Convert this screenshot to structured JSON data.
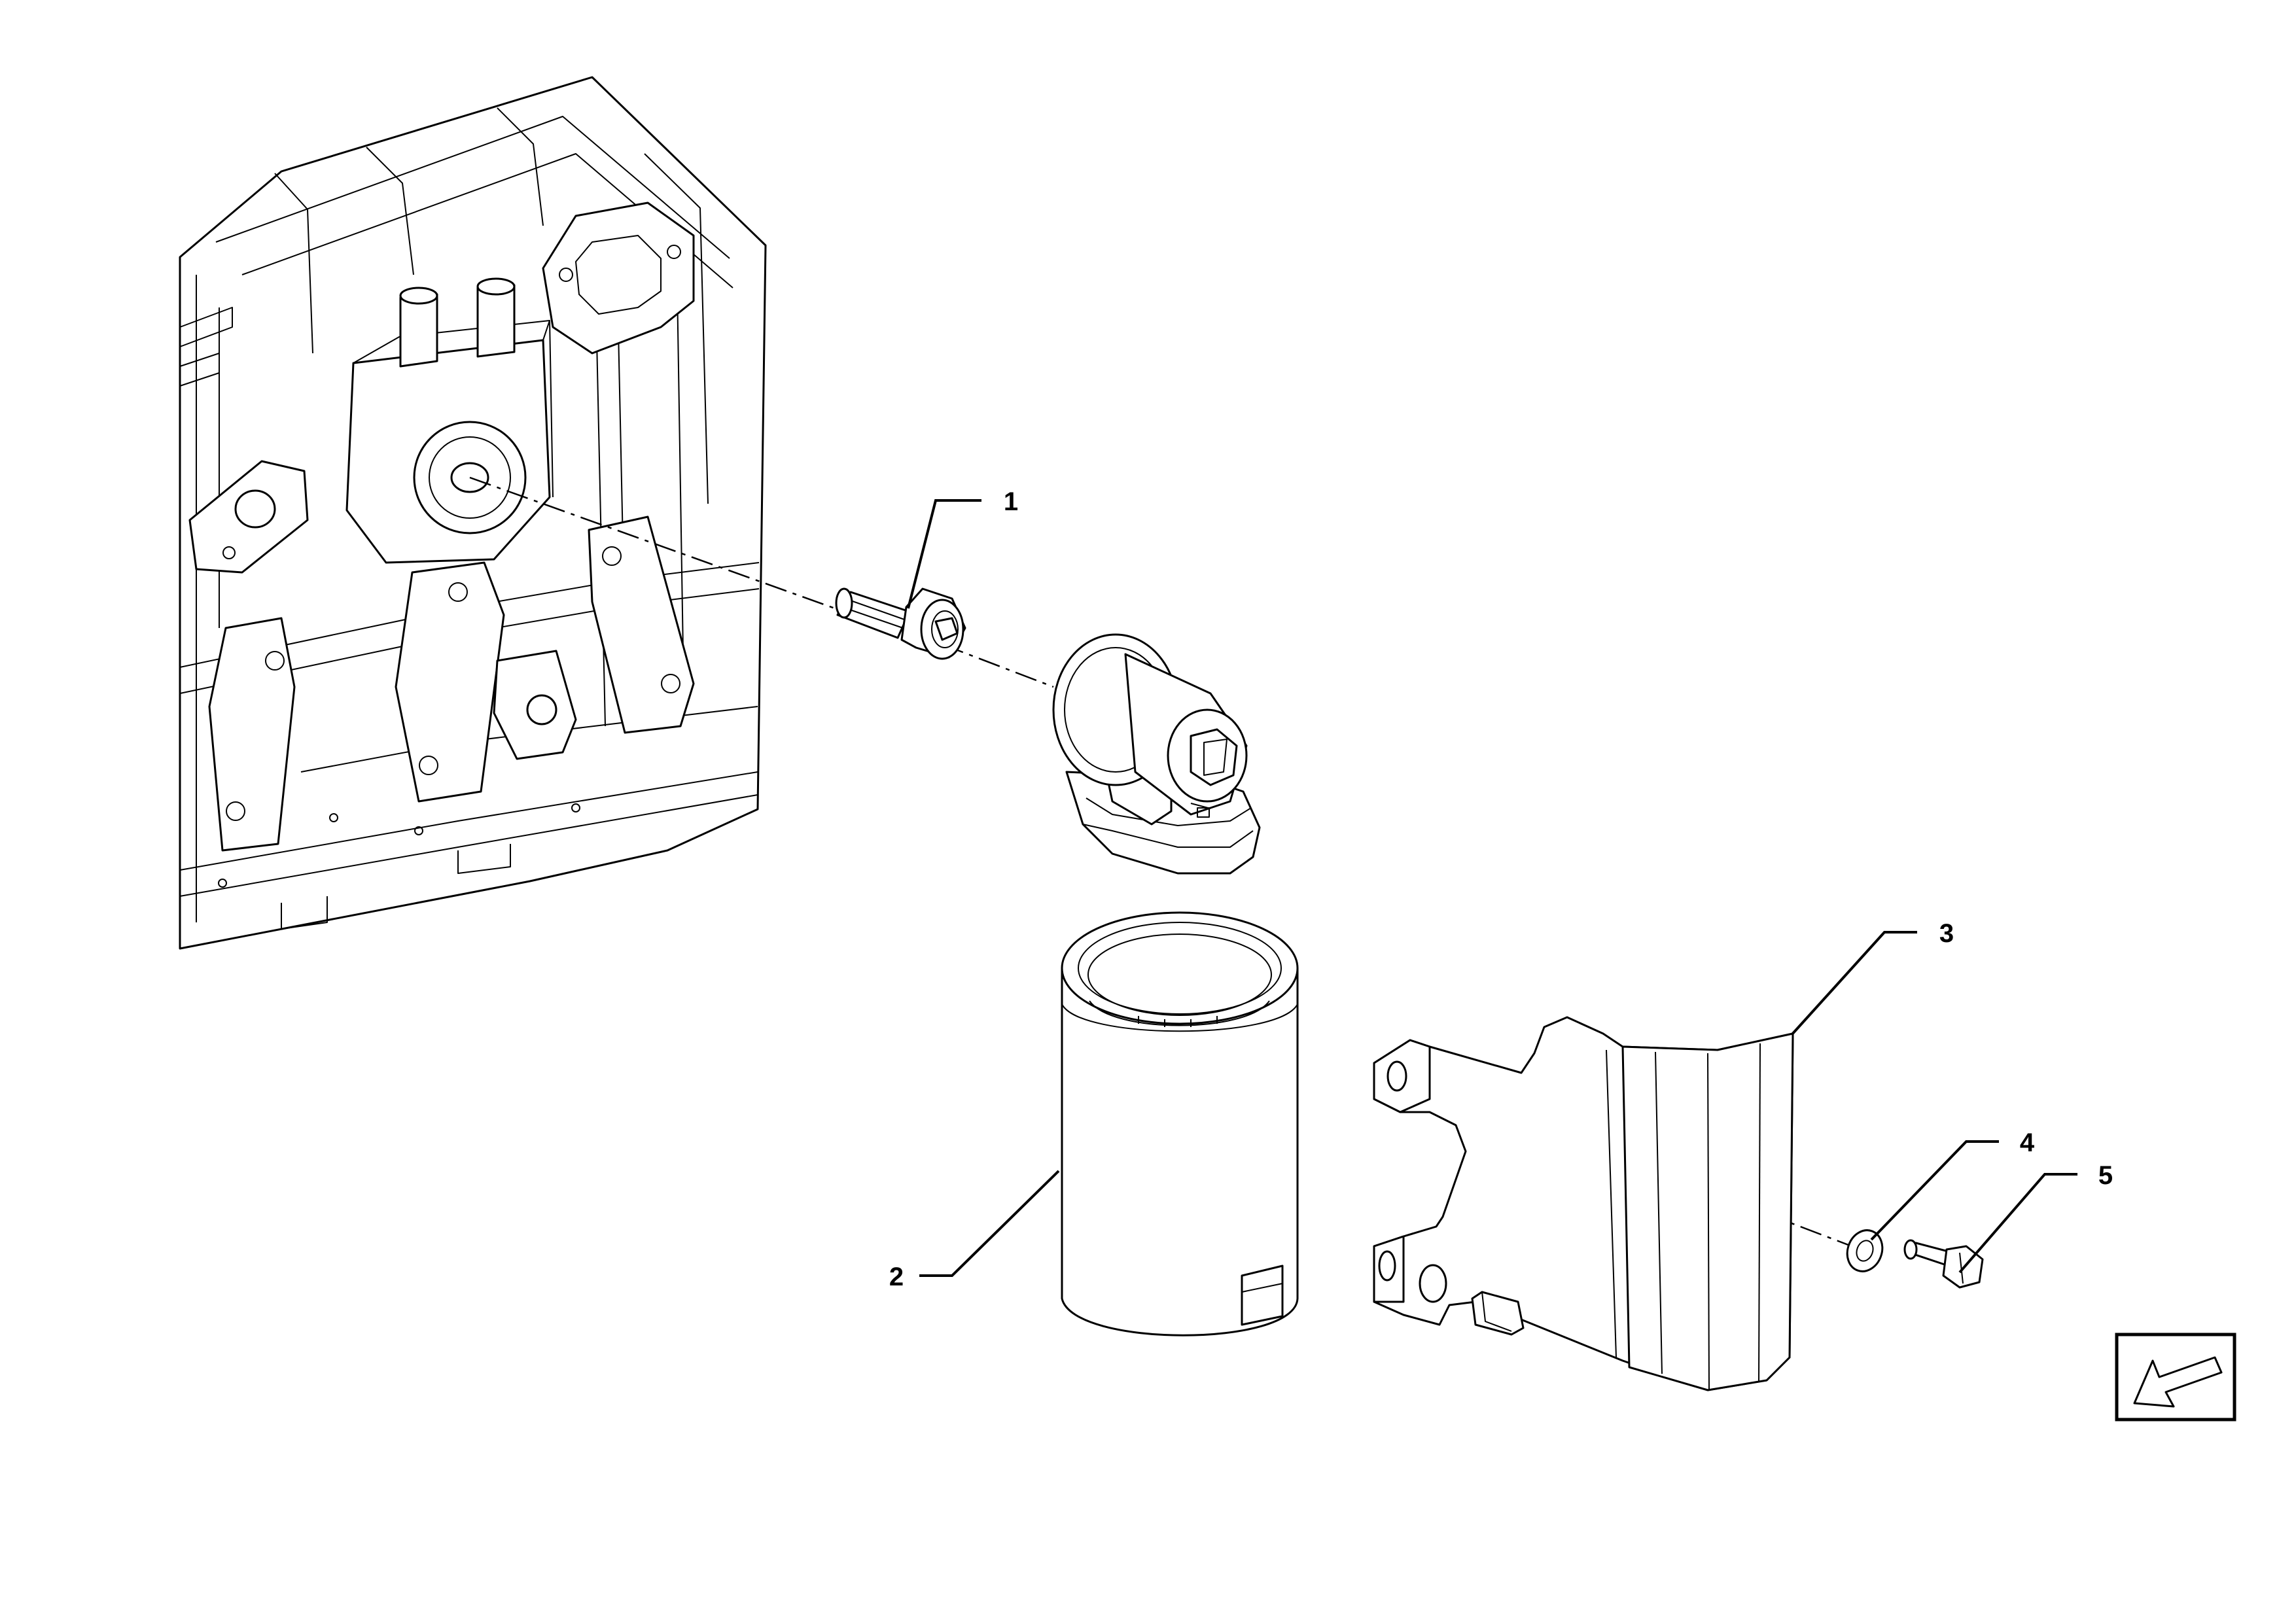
{
  "callouts": [
    {
      "id": "1",
      "label": "1"
    },
    {
      "id": "2",
      "label": "2"
    },
    {
      "id": "3",
      "label": "3"
    },
    {
      "id": "4",
      "label": "4"
    },
    {
      "id": "5",
      "label": "5"
    }
  ],
  "icons": {
    "orientation_arrow": "arrow-down-left-icon"
  },
  "colors": {
    "line": "#000000",
    "background": "#ffffff"
  }
}
